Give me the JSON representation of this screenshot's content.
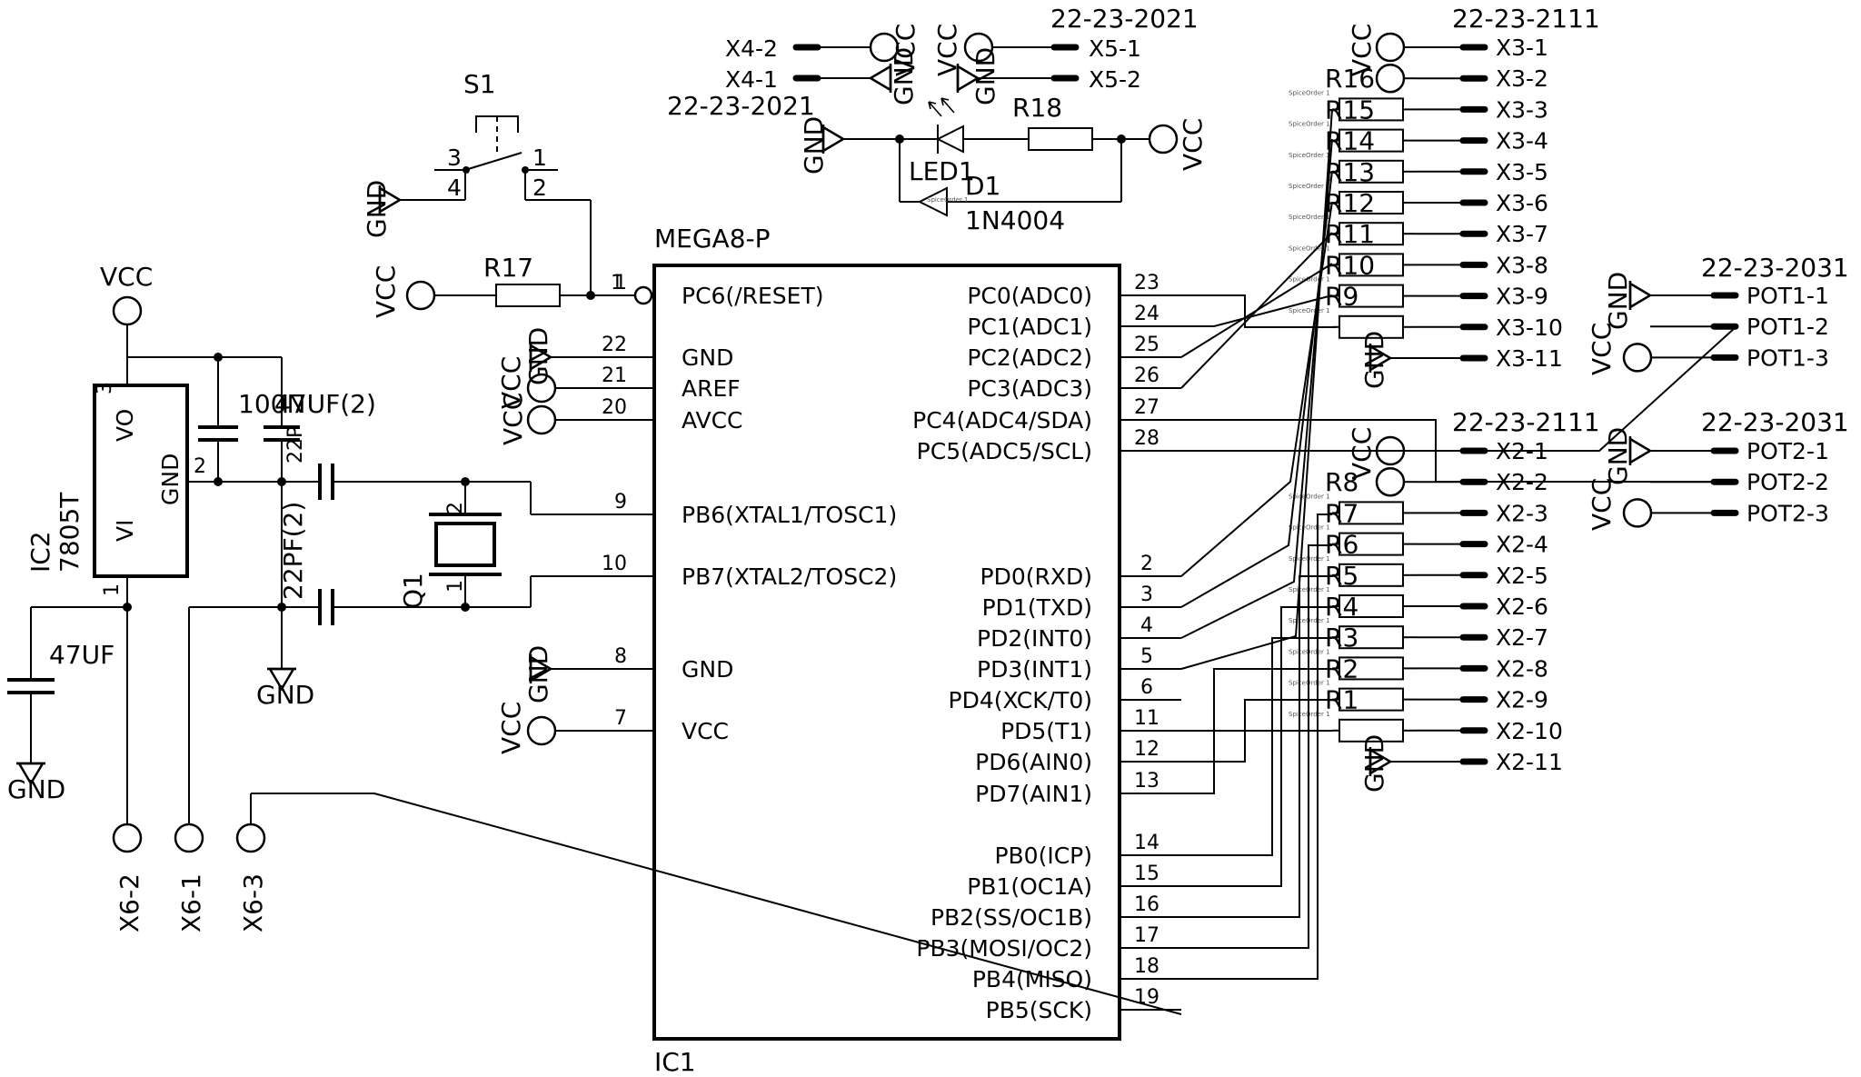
{
  "ic1": {
    "part": "MEGA8-P",
    "ref": "IC1",
    "left_pins": [
      {
        "num": "1",
        "name": "PC6(/RESET)"
      },
      {
        "num": "22",
        "name": "GND"
      },
      {
        "num": "21",
        "name": "AREF"
      },
      {
        "num": "20",
        "name": "AVCC"
      },
      {
        "num": "9",
        "name": "PB6(XTAL1/TOSC1)"
      },
      {
        "num": "10",
        "name": "PB7(XTAL2/TOSC2)"
      },
      {
        "num": "8",
        "name": "GND"
      },
      {
        "num": "7",
        "name": "VCC"
      }
    ],
    "right_pins": [
      {
        "num": "23",
        "name": "PC0(ADC0)"
      },
      {
        "num": "24",
        "name": "PC1(ADC1)"
      },
      {
        "num": "25",
        "name": "PC2(ADC2)"
      },
      {
        "num": "26",
        "name": "PC3(ADC3)"
      },
      {
        "num": "27",
        "name": "PC4(ADC4/SDA)"
      },
      {
        "num": "28",
        "name": "PC5(ADC5/SCL)"
      },
      {
        "num": "2",
        "name": "PD0(RXD)"
      },
      {
        "num": "3",
        "name": "PD1(TXD)"
      },
      {
        "num": "4",
        "name": "PD2(INT0)"
      },
      {
        "num": "5",
        "name": "PD3(INT1)"
      },
      {
        "num": "6",
        "name": "PD4(XCK/T0)"
      },
      {
        "num": "11",
        "name": "PD5(T1)"
      },
      {
        "num": "12",
        "name": "PD6(AIN0)"
      },
      {
        "num": "13",
        "name": "PD7(AIN1)"
      },
      {
        "num": "14",
        "name": "PB0(ICP)"
      },
      {
        "num": "15",
        "name": "PB1(OC1A)"
      },
      {
        "num": "16",
        "name": "PB2(SS/OC1B)"
      },
      {
        "num": "17",
        "name": "PB3(MOSI/OC2)"
      },
      {
        "num": "18",
        "name": "PB4(MISO)"
      },
      {
        "num": "19",
        "name": "PB5(SCK)"
      }
    ]
  },
  "power": {
    "vcc": "VCC",
    "gnd": "GND"
  },
  "regulator": {
    "ref": "IC2",
    "part": "7805T",
    "vo": "VO",
    "gnd": "GND",
    "vi": "VI",
    "pin1": "1",
    "pin2": "2",
    "pin3": "3"
  },
  "caps": {
    "c100n": "100N",
    "c47u2": "47UF(2)",
    "c47u": "47UF",
    "c22p2": "22PF(2)",
    "c22p": "22P"
  },
  "crystal": {
    "ref": "Q1",
    "pin1": "1",
    "pin2": "2"
  },
  "switch": {
    "ref": "S1",
    "p1": "1",
    "p2": "2",
    "p3": "3",
    "p4": "4"
  },
  "reset_res": "R17",
  "led": {
    "led": "LED1",
    "led_res": "R18",
    "diode": "D1",
    "diode_part": "1N4004"
  },
  "header_parts": {
    "p2021": "22-23-2021",
    "p2111": "22-23-2111",
    "p2031": "22-23-2031"
  },
  "x4": [
    "X4-2",
    "X4-1"
  ],
  "x5": [
    "X5-1",
    "X5-2"
  ],
  "x3": [
    "X3-1",
    "X3-2",
    "X3-3",
    "X3-4",
    "X3-5",
    "X3-6",
    "X3-7",
    "X3-8",
    "X3-9",
    "X3-10",
    "X3-11"
  ],
  "x2": [
    "X2-1",
    "X2-2",
    "X2-3",
    "X2-4",
    "X2-5",
    "X2-6",
    "X2-7",
    "X2-8",
    "X2-9",
    "X2-10",
    "X2-11"
  ],
  "x3_res": [
    "R16",
    "R15",
    "R14",
    "R13",
    "R12",
    "R11",
    "R10",
    "R9"
  ],
  "x2_res": [
    "R8",
    "R7",
    "R6",
    "R5",
    "R4",
    "R3",
    "R2",
    "R1"
  ],
  "pot1": [
    "POT1-1",
    "POT1-2",
    "POT1-3"
  ],
  "pot2": [
    "POT2-1",
    "POT2-2",
    "POT2-3"
  ],
  "x6": [
    "X6-2",
    "X6-1",
    "X6-3"
  ],
  "spice": "SpiceOrder 1"
}
